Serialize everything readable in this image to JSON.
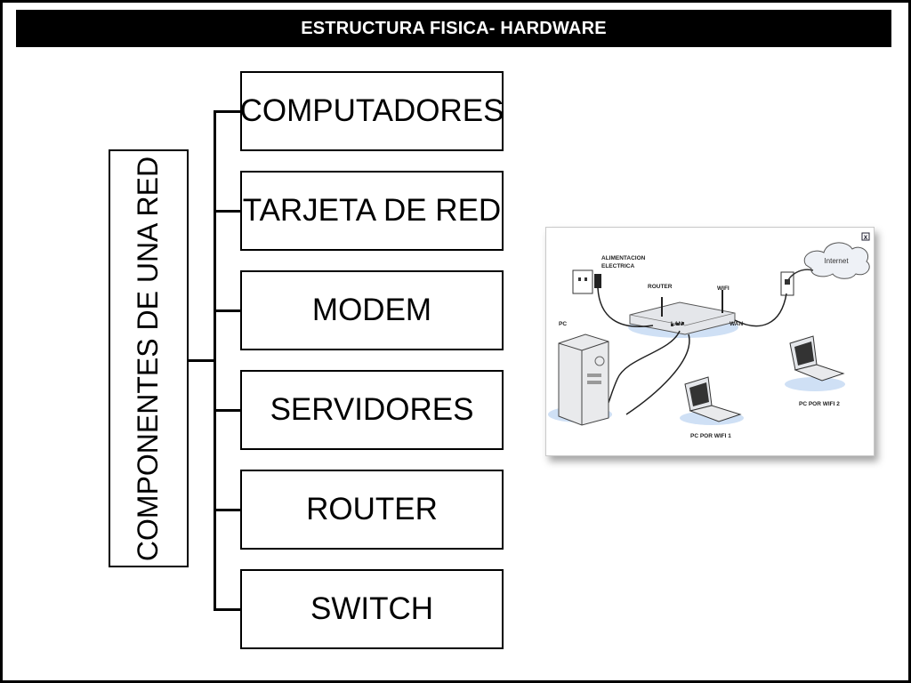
{
  "title": "ESTRUCTURA FISICA- HARDWARE",
  "root": {
    "label": "COMPONENTES DE UNA RED"
  },
  "components": [
    {
      "label": "COMPUTADORES"
    },
    {
      "label": "TARJETA DE RED"
    },
    {
      "label": "MODEM"
    },
    {
      "label": "SERVIDORES"
    },
    {
      "label": "ROUTER"
    },
    {
      "label": "SWITCH"
    }
  ],
  "network_image": {
    "labels": {
      "power": "ALIMENTACION",
      "power2": "ELECTRICA",
      "router": "ROUTER",
      "wifi": "WIFI",
      "lan": "LAN",
      "wan": "WAN",
      "pc": "PC",
      "internet": "Internet",
      "wifi_pc1": "PC POR WIFI 1",
      "wifi_pc2": "PC POR WIFI 2",
      "close": "x"
    }
  }
}
